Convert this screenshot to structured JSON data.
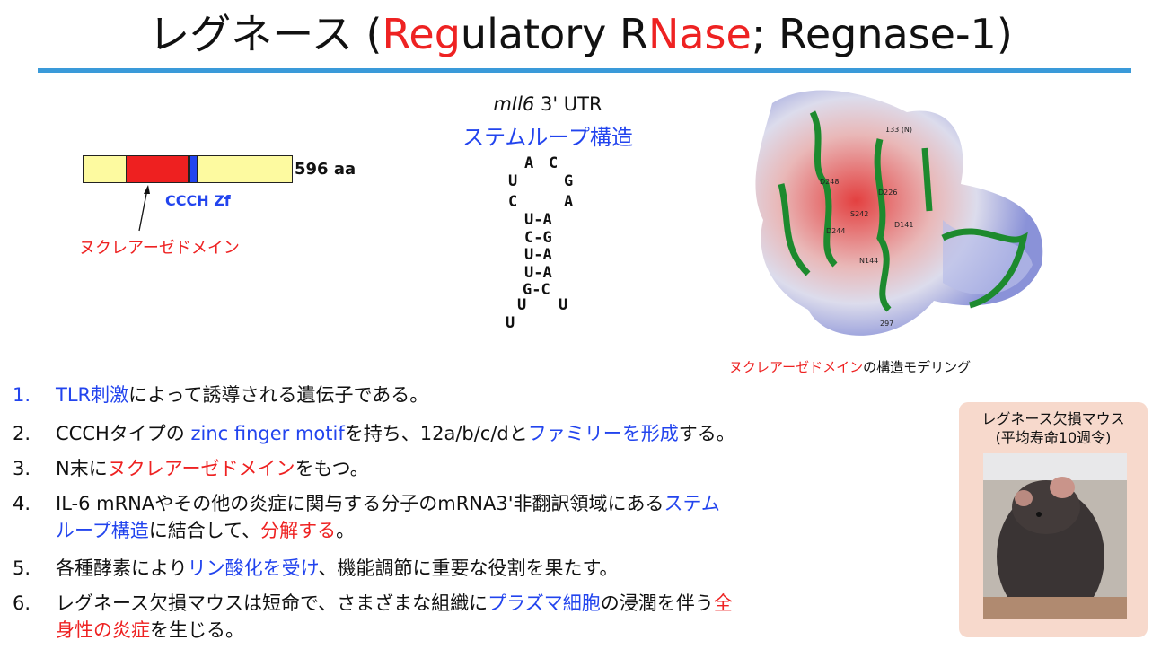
{
  "title": [
    {
      "t": "レグネース (",
      "c": ""
    },
    {
      "t": "Reg",
      "c": "red"
    },
    {
      "t": "ulatory R",
      "c": ""
    },
    {
      "t": "Nase",
      "c": "red"
    },
    {
      "t": "; Regnase-1)",
      "c": ""
    }
  ],
  "domain_diagram": {
    "length_label": "596 aa",
    "zf_label": "CCCH Zf",
    "nuclease_label": "ヌクレアーゼドメイン"
  },
  "stemloop": {
    "title_gene": "mIl6",
    "title_rest": " 3' UTR",
    "subtitle": "ステムループ構造",
    "loop": [
      "A",
      "C",
      "U",
      "G",
      "C",
      "A"
    ],
    "pairs": [
      "U-A",
      "C-G",
      "U-A",
      "U-A",
      "G-C"
    ],
    "bottom": [
      "U",
      "U",
      "U"
    ]
  },
  "structure": {
    "labels": [
      "133 (N)",
      "D248",
      "D226",
      "S242",
      "D141",
      "D244",
      "N144",
      "297"
    ],
    "caption": [
      {
        "t": "ヌクレアーゼドメイン",
        "c": "red"
      },
      {
        "t": "の構造モデリング",
        "c": ""
      }
    ]
  },
  "list": [
    [
      {
        "t": "TLR刺激",
        "c": "blue"
      },
      {
        "t": "によって誘導される遺伝子である。",
        "c": ""
      }
    ],
    [
      {
        "t": "CCCHタイプの ",
        "c": ""
      },
      {
        "t": "zinc finger motif",
        "c": "blue"
      },
      {
        "t": "を持ち、12a/b/c/dと",
        "c": ""
      },
      {
        "t": "ファミリーを形成",
        "c": "blue"
      },
      {
        "t": "する。",
        "c": ""
      }
    ],
    [
      {
        "t": "N末に",
        "c": ""
      },
      {
        "t": "ヌクレアーゼドメイン",
        "c": "red"
      },
      {
        "t": "をもつ。",
        "c": ""
      }
    ],
    [
      {
        "t": "IL-6 mRNAやその他の炎症に関与する分子のmRNA3'非翻訳領域にある",
        "c": ""
      },
      {
        "t": "ステム",
        "c": "blue"
      },
      {
        "t": "\n",
        "c": ""
      },
      {
        "t": "ループ構造",
        "c": "blue"
      },
      {
        "t": "に結合して、",
        "c": ""
      },
      {
        "t": "分解する",
        "c": "red"
      },
      {
        "t": "。",
        "c": ""
      }
    ],
    [
      {
        "t": "各種酵素により",
        "c": ""
      },
      {
        "t": "リン酸化を受け",
        "c": "blue"
      },
      {
        "t": "、機能調節に重要な役割を果たす。",
        "c": ""
      }
    ],
    [
      {
        "t": "レグネース欠損マウスは短命で、さまざまな組織に",
        "c": ""
      },
      {
        "t": "プラズマ細胞",
        "c": "blue"
      },
      {
        "t": "の浸潤を伴う",
        "c": ""
      },
      {
        "t": "全",
        "c": "red"
      },
      {
        "t": "\n",
        "c": ""
      },
      {
        "t": "身性の炎症",
        "c": "red"
      },
      {
        "t": "を生じる。",
        "c": ""
      }
    ]
  ],
  "mouse_box": {
    "line1": "レグネース欠損マウス",
    "line2": "(平均寿命10週令)"
  }
}
